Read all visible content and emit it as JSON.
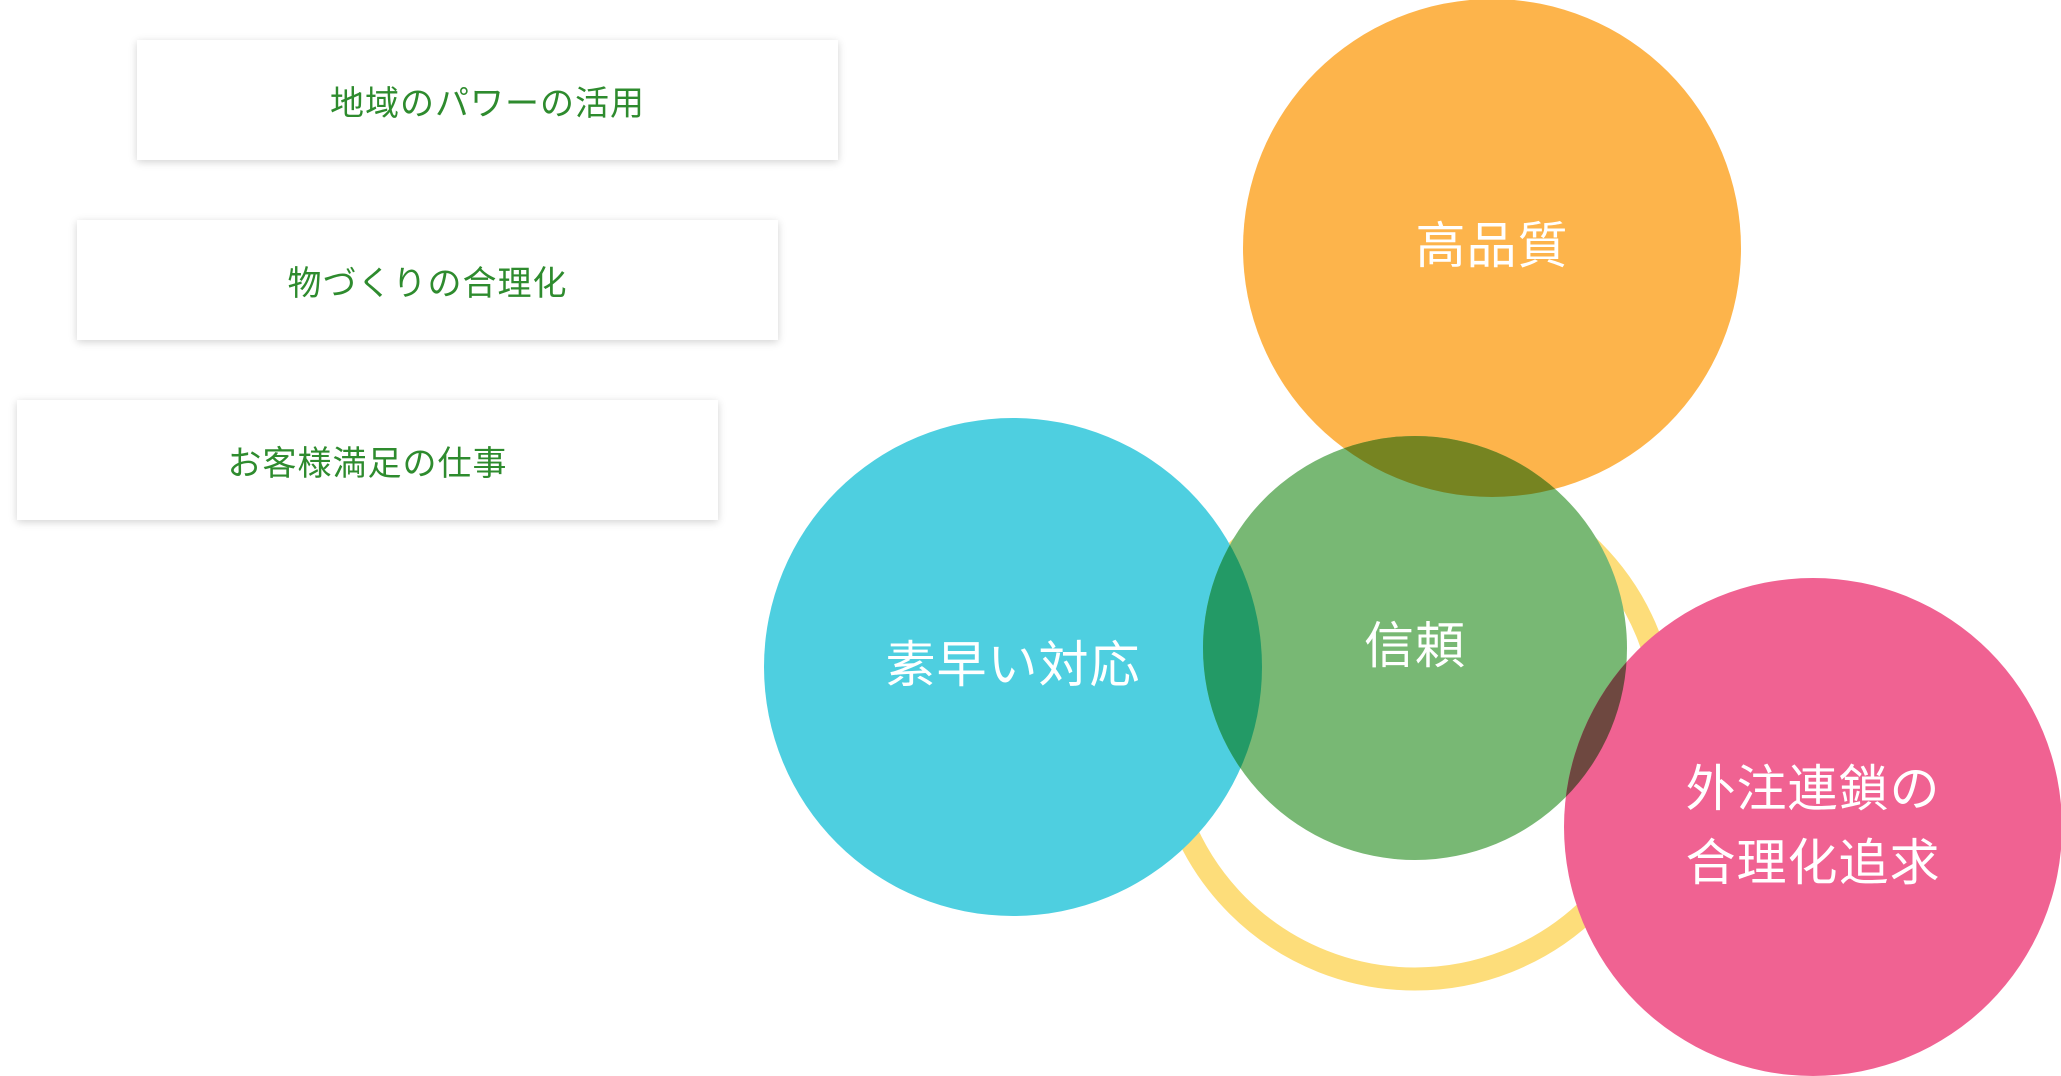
{
  "cards": [
    {
      "label": "地域のパワーの活用"
    },
    {
      "label": "物づくりの合理化"
    },
    {
      "label": "お客様満足の仕事"
    }
  ],
  "diagram": {
    "ring_color": "#fddd7a",
    "circles": {
      "top": {
        "label": "高品質",
        "color": "#fdb44b"
      },
      "left": {
        "label": "素早い対応",
        "color": "#4ecfe0"
      },
      "center": {
        "label": "信頼",
        "color": "#78b874"
      },
      "right": {
        "label_line1": "外注連鎖の",
        "label_line2": "合理化追求",
        "color": "#f06292"
      }
    },
    "overlap_colors": {
      "top_center": "#768421",
      "left_center": "#239a66",
      "center_right": "#6e4840"
    }
  }
}
